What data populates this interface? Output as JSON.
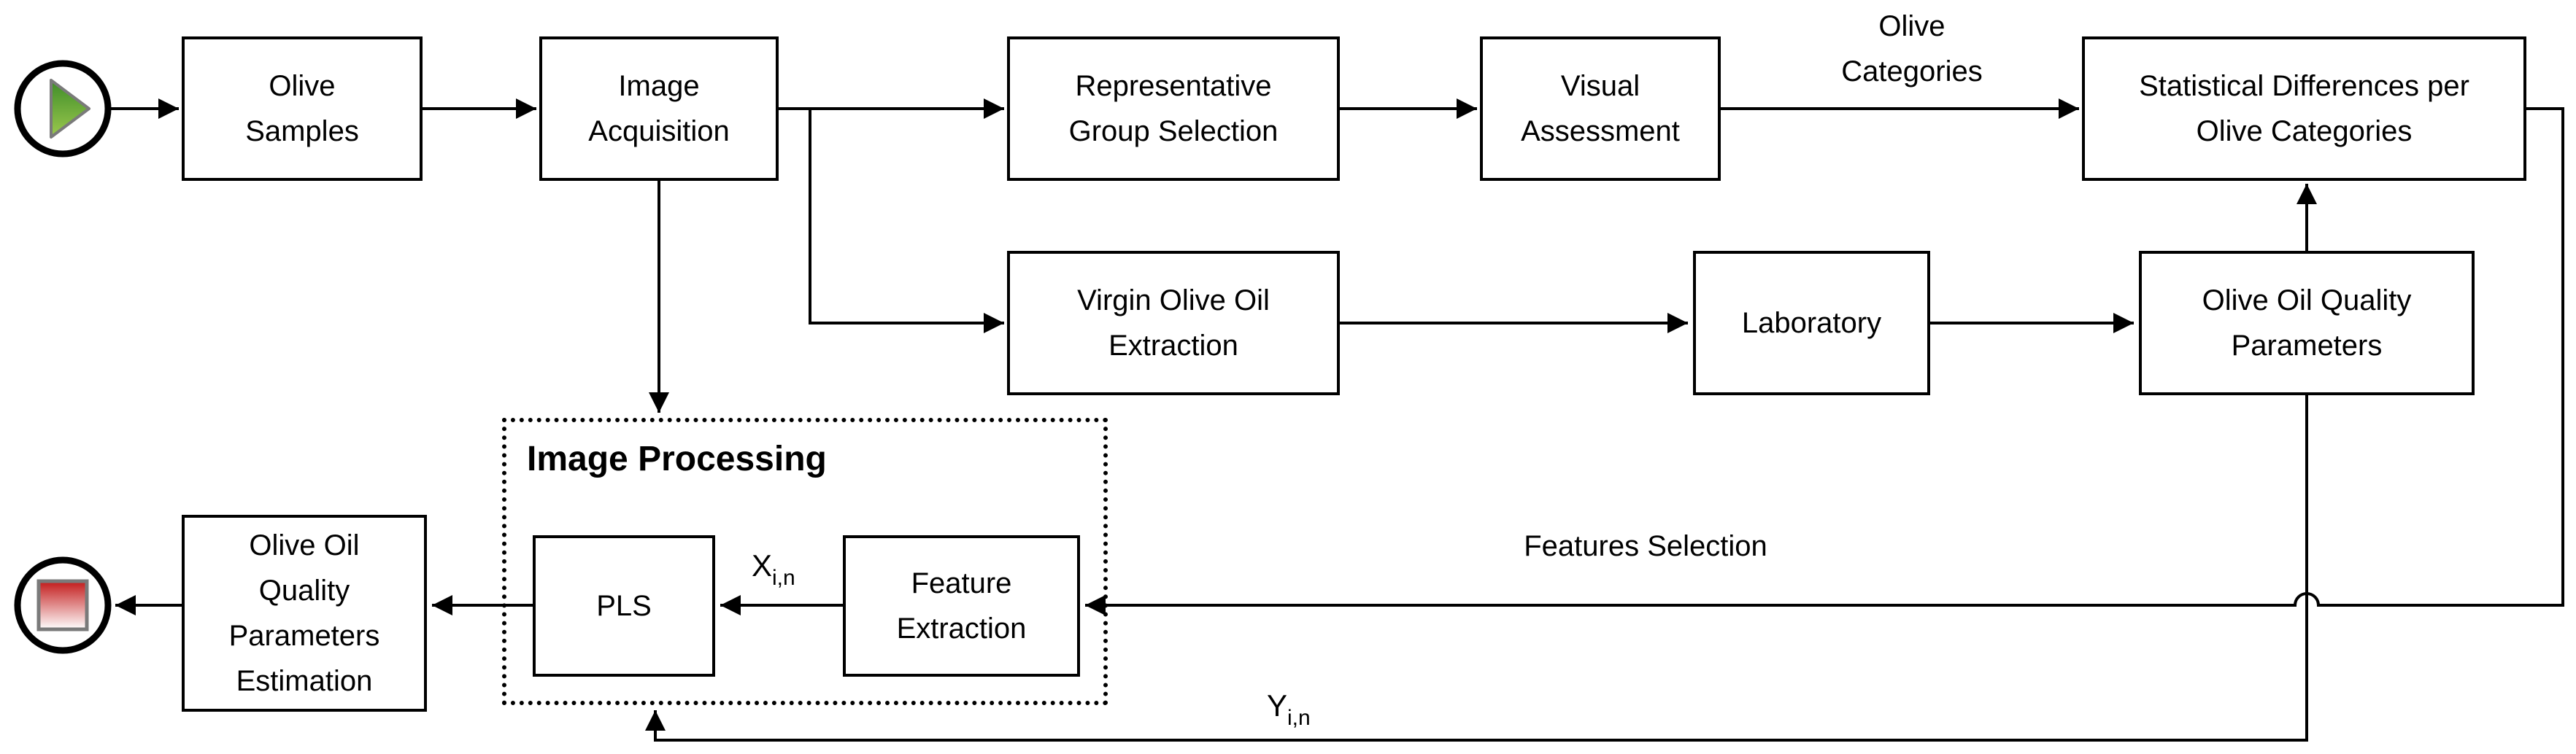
{
  "diagram": {
    "nodes": {
      "olive_samples": {
        "lines": [
          "Olive",
          "Samples"
        ]
      },
      "image_acquisition": {
        "lines": [
          "Image",
          "Acquisition"
        ]
      },
      "representative_group_selection": {
        "lines": [
          "Representative",
          "Group Selection"
        ]
      },
      "visual_assessment": {
        "lines": [
          "Visual",
          "Assessment"
        ]
      },
      "statistical_differences": {
        "lines": [
          "Statistical Differences per",
          "Olive Categories"
        ]
      },
      "virgin_olive_oil_extraction": {
        "lines": [
          "Virgin Olive Oil",
          "Extraction"
        ]
      },
      "laboratory": {
        "lines": [
          "Laboratory"
        ]
      },
      "olive_oil_quality_parameters": {
        "lines": [
          "Olive Oil Quality",
          "Parameters"
        ]
      },
      "pls": {
        "lines": [
          "PLS"
        ]
      },
      "feature_extraction": {
        "lines": [
          "Feature",
          "Extraction"
        ]
      },
      "olive_oil_quality_parameters_estimation": {
        "lines": [
          "Olive Oil",
          "Quality",
          "Parameters",
          "Estimation"
        ]
      }
    },
    "group": {
      "image_processing_title": "Image Processing"
    },
    "edge_labels": {
      "olive_categories": {
        "lines": [
          "Olive",
          "Categories"
        ]
      },
      "features_selection": "Features Selection",
      "x_input": {
        "base": "X",
        "sub": "i,n"
      },
      "y_input": {
        "base": "Y",
        "sub": "i,n"
      }
    },
    "icons": {
      "start": "green-play-icon",
      "end": "red-stop-icon"
    },
    "colors": {
      "play_green_top": "#3e8c28",
      "play_green_bottom": "#9cc94e",
      "stop_red_top": "#c21a1a",
      "stop_red_bottom": "#ffffff",
      "shape_outline_gray": "#7a7a7a",
      "diagram_line_black": "#000000"
    }
  }
}
